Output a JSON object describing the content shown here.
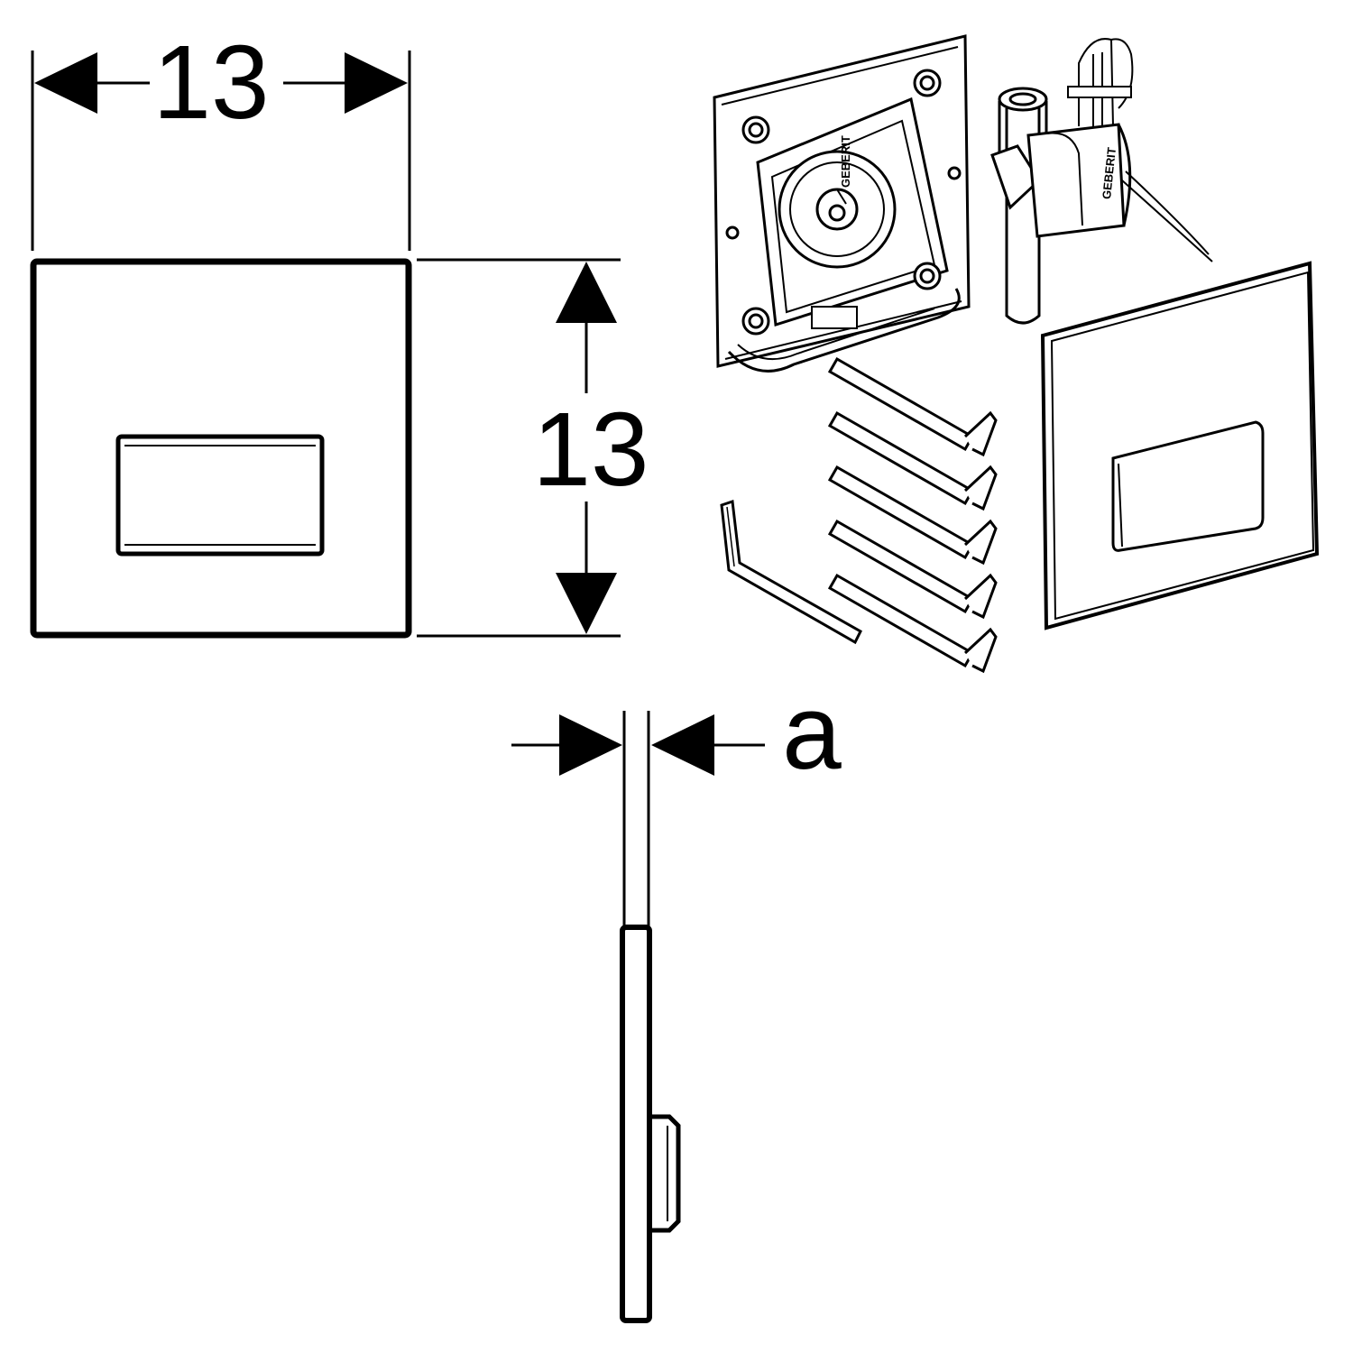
{
  "dimensions": {
    "width_label": "13",
    "height_label": "13",
    "thickness_label": "a"
  },
  "brand": {
    "logo_text": "GEBERIT"
  },
  "colors": {
    "line": "#000000",
    "background": "#ffffff"
  }
}
